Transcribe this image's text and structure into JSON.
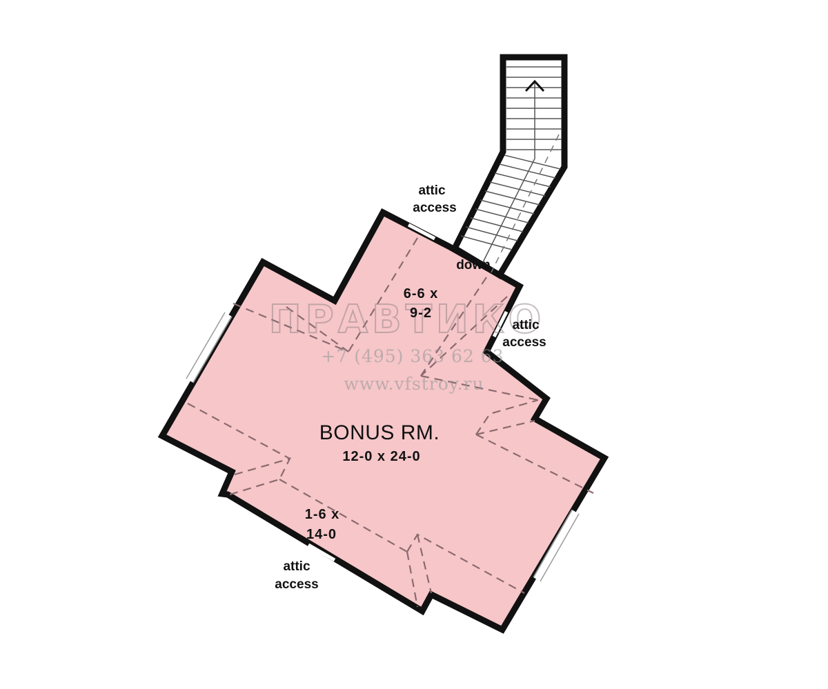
{
  "room": {
    "name": "BONUS RM.",
    "size": "12-0 x 24-0"
  },
  "alcoves": {
    "upper_size_line1": "6-6 x",
    "upper_size_line2": "9-2",
    "lower_size_line1": "1-6 x",
    "lower_size_line2": "14-0"
  },
  "labels": {
    "attic_access_top": [
      "attic",
      "access"
    ],
    "attic_access_right": [
      "attic",
      "access"
    ],
    "attic_access_bottom": [
      "attic",
      "access"
    ],
    "stair_direction": "down"
  },
  "watermark": {
    "logo": "ПРАВТИКО",
    "phone": "+7 (495) 363 62 63",
    "url": "www.vfstroy.ru"
  },
  "colors": {
    "floor_fill": "#f6c6c9",
    "wall": "#111111",
    "dash": "#8a6a6e"
  }
}
